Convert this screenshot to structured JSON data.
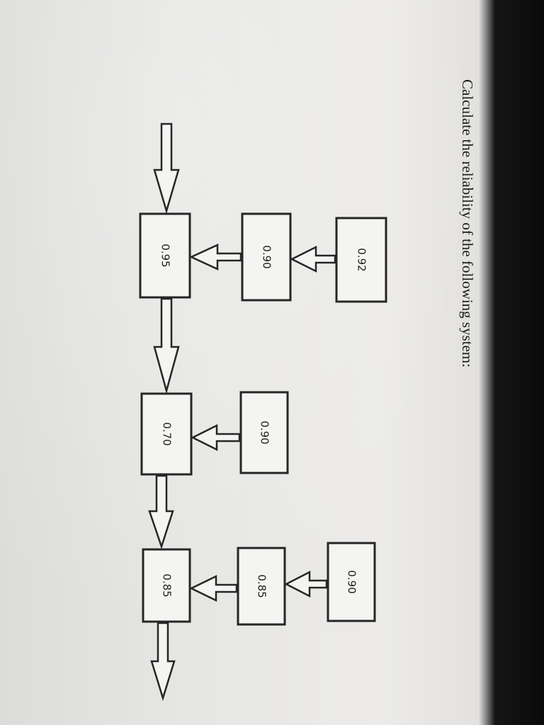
{
  "question": "Calculate the reliability of the following system:",
  "blocks": {
    "main_1": "0.95",
    "side_1_inner": "0.90",
    "side_1_outer": "0.92",
    "main_2": "0.70",
    "side_2_inner": "0.90",
    "main_3": "0.85",
    "side_3_inner": "0.85",
    "side_3_outer": "0.90"
  }
}
